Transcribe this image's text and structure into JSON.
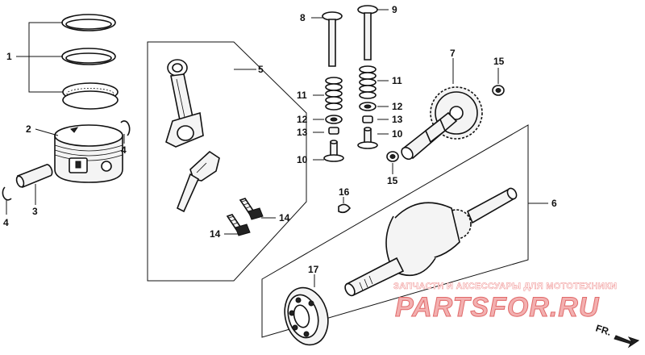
{
  "callouts": {
    "c1": "1",
    "c2": "2",
    "c3": "3",
    "c4a": "4",
    "c4b": "4",
    "c5": "5",
    "c6": "6",
    "c7": "7",
    "c8": "8",
    "c9": "9",
    "c10a": "10",
    "c10b": "10",
    "c11a": "11",
    "c11b": "11",
    "c12a": "12",
    "c12b": "12",
    "c13a": "13",
    "c13b": "13",
    "c14a": "14",
    "c14b": "14",
    "c15a": "15",
    "c15b": "15",
    "c16": "16",
    "c17": "17"
  },
  "watermark": {
    "caption": "ЗАПЧАСТИ И АКСЕССУАРЫ ДЛЯ МОТОТЕХНИКИ",
    "brand": "PARTSFOR.RU"
  },
  "direction": {
    "label": "FR."
  },
  "colors": {
    "line": "#111111",
    "watermark": "#e06a6a"
  }
}
